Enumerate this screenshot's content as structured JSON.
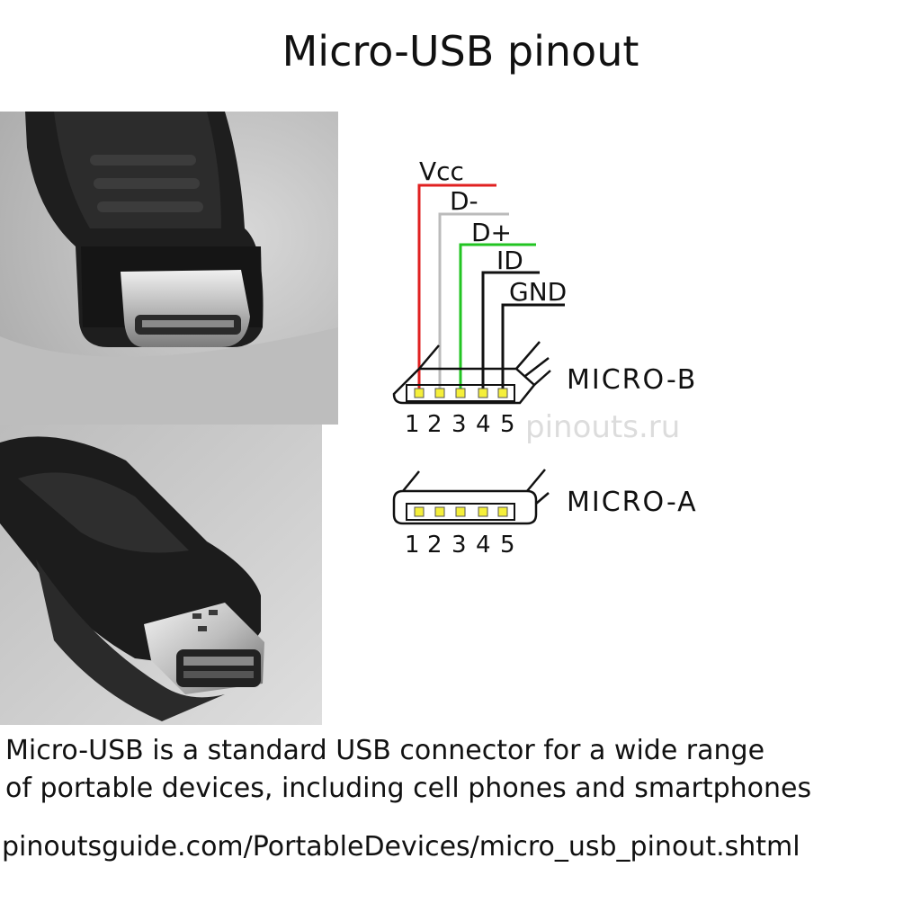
{
  "title": "Micro-USB pinout",
  "signals": [
    {
      "name": "Vcc",
      "pin": 1,
      "color": "#e02020"
    },
    {
      "name": "D-",
      "pin": 2,
      "color": "#bbbbbb"
    },
    {
      "name": "D+",
      "pin": 3,
      "color": "#22c422"
    },
    {
      "name": "ID",
      "pin": 4,
      "color": "#111111"
    },
    {
      "name": "GND",
      "pin": 5,
      "color": "#111111"
    }
  ],
  "connectors": [
    {
      "name": "MICRO-B",
      "pins": [
        "1",
        "2",
        "3",
        "4",
        "5"
      ]
    },
    {
      "name": "MICRO-A",
      "pins": [
        "1",
        "2",
        "3",
        "4",
        "5"
      ]
    }
  ],
  "watermark": "pinouts.ru",
  "pin_color": "#f5ef3a",
  "description": {
    "line1": "Micro-USB is a standard USB connector for a wide range",
    "line2": "of portable devices, including cell phones and smartphones"
  },
  "source_url": "pinoutsguide.com/PortableDevices/micro_usb_pinout.shtml"
}
